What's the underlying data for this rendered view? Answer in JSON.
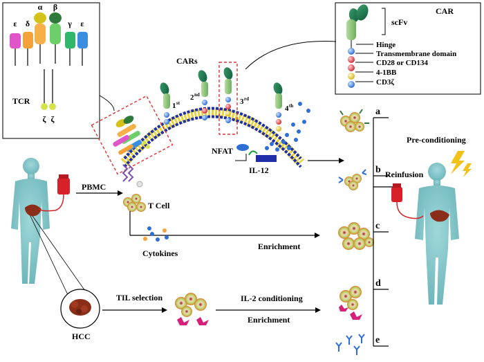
{
  "tcr_box": {
    "title": "TCR",
    "chains": [
      "ε",
      "δ",
      "α",
      "β",
      "γ",
      "ε"
    ],
    "zeta": [
      "ζ",
      "ζ"
    ]
  },
  "car_box": {
    "title": "CAR",
    "scfv": "scFv",
    "domains": [
      "Hinge",
      "Transmembrane domain",
      "CD28 or CD134",
      "4-1BB",
      "CD3ζ"
    ]
  },
  "membrane": {
    "title": "CARs",
    "generations": [
      {
        "num": "1",
        "sup": "st"
      },
      {
        "num": "2",
        "sup": "nd"
      },
      {
        "num": "3",
        "sup": "rd"
      },
      {
        "num": "4",
        "sup": "th"
      }
    ],
    "nfat": "NFAT",
    "il12": "IL-12"
  },
  "workflow": {
    "pbmc": "PBMC",
    "tcell": "T Cell",
    "cytokines": "Cytokines",
    "enrichment_top": "Enrichment",
    "hcc": "HCC",
    "til_selection": "TIL selection",
    "il2": "IL-2 conditioning",
    "enrichment_bottom": "Enrichment"
  },
  "outcomes": {
    "letters": [
      "a",
      "b",
      "c",
      "d",
      "e"
    ],
    "preconditioning": "Pre-conditioning",
    "reinfusion": "Reinfusion"
  },
  "colors": {
    "body": "#7fc4c8",
    "membrane_blue": "#1f2fa8",
    "membrane_yellow": "#e9d33a",
    "liver": "#8a2e1a",
    "blood_bag": "#d6202a",
    "cell_outer": "#b5d36a",
    "cell_inner": "#f2d0b0",
    "dashed_red": "#e23030"
  }
}
